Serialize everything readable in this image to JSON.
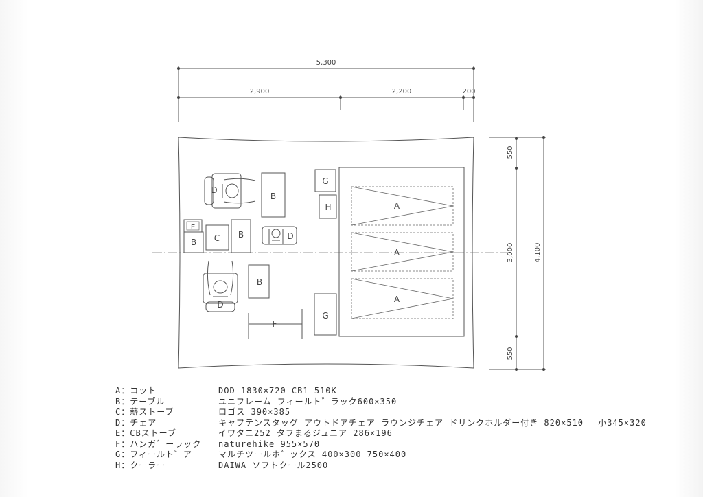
{
  "dimensions": {
    "total_width": "5,300",
    "segments": [
      "2,900",
      "2,200",
      "200"
    ],
    "right_inner": [
      "550",
      "3,000",
      "550"
    ],
    "right_total": "4,100"
  },
  "items": {
    "A": "A",
    "B": "B",
    "C": "C",
    "D": "D",
    "E": "E",
    "F": "F",
    "G": "G",
    "H": "H"
  },
  "legend": [
    {
      "key": "A：コット",
      "value": "DOD 1830×720 CB1-510K"
    },
    {
      "key": "B：テーブル",
      "value": "ユニフレーム フィールト゛ラック600×350"
    },
    {
      "key": "C：薪ストーブ",
      "value": "ロゴス 390×385"
    },
    {
      "key": "D：チェア",
      "value": "キャプテンスタッグ アウトドアチェア ラウンジチェア ドリンクホルダー付き 820×510　 小345×320"
    },
    {
      "key": "E：CBストーブ",
      "value": "イワタニ252 タフまるジュニア 286×196"
    },
    {
      "key": "F：ハンガ゛ーラック",
      "value": "naturehike 955×570"
    },
    {
      "key": "G：フィールト゛ア",
      "value": "マルチツールホ゛ックス 400×300 750×400"
    },
    {
      "key": "H：クーラー",
      "value": "DAIWA ソフトクール2500"
    }
  ]
}
